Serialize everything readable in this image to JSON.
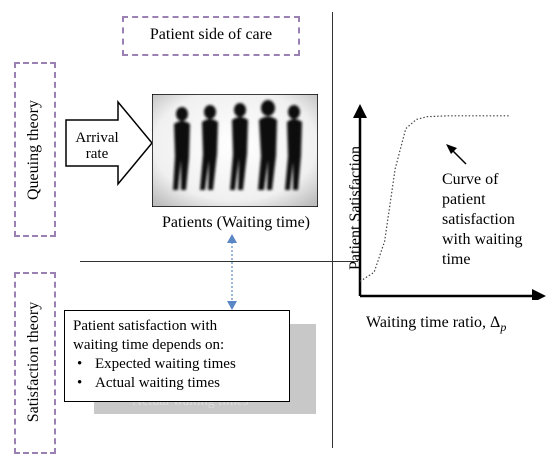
{
  "top_label": "Patient side of care",
  "queuing_label": "Queuing theory",
  "satisfaction_label": "Satisfaction theory",
  "arrival_label_line1": "Arrival",
  "arrival_label_line2": "rate",
  "patients_caption": "Patients (Waiting time)",
  "satisfaction_box": {
    "line1": "Patient satisfaction with",
    "line2": "waiting time depends on:",
    "items": [
      "Expected waiting times",
      "Actual waiting times"
    ]
  },
  "shadow_text": "Actual waiting times",
  "chart": {
    "ylabel": "Patient Satisfaction",
    "xlabel": "Waiting time ratio, Δ",
    "xlabel_subscript": "p",
    "annotation": [
      "Curve of",
      "patient",
      "satisfaction",
      "with waiting",
      "time"
    ]
  },
  "chart_data": {
    "type": "line",
    "title": "",
    "xlabel": "Waiting time ratio, Δp",
    "ylabel": "Patient Satisfaction",
    "series": [
      {
        "name": "Curve of patient satisfaction with waiting time",
        "x": [
          0,
          0.08,
          0.14,
          0.2,
          0.26,
          0.32,
          0.38,
          0.5,
          0.7,
          0.85
        ],
        "y": [
          0.08,
          0.13,
          0.3,
          0.7,
          0.92,
          0.97,
          0.985,
          0.99,
          0.99,
          0.99
        ]
      }
    ],
    "xlim": [
      0,
      1
    ],
    "ylim": [
      0,
      1
    ],
    "grid": false
  },
  "colors": {
    "dash": "#9b80b3",
    "arrow_blue": "#5b86c6"
  }
}
